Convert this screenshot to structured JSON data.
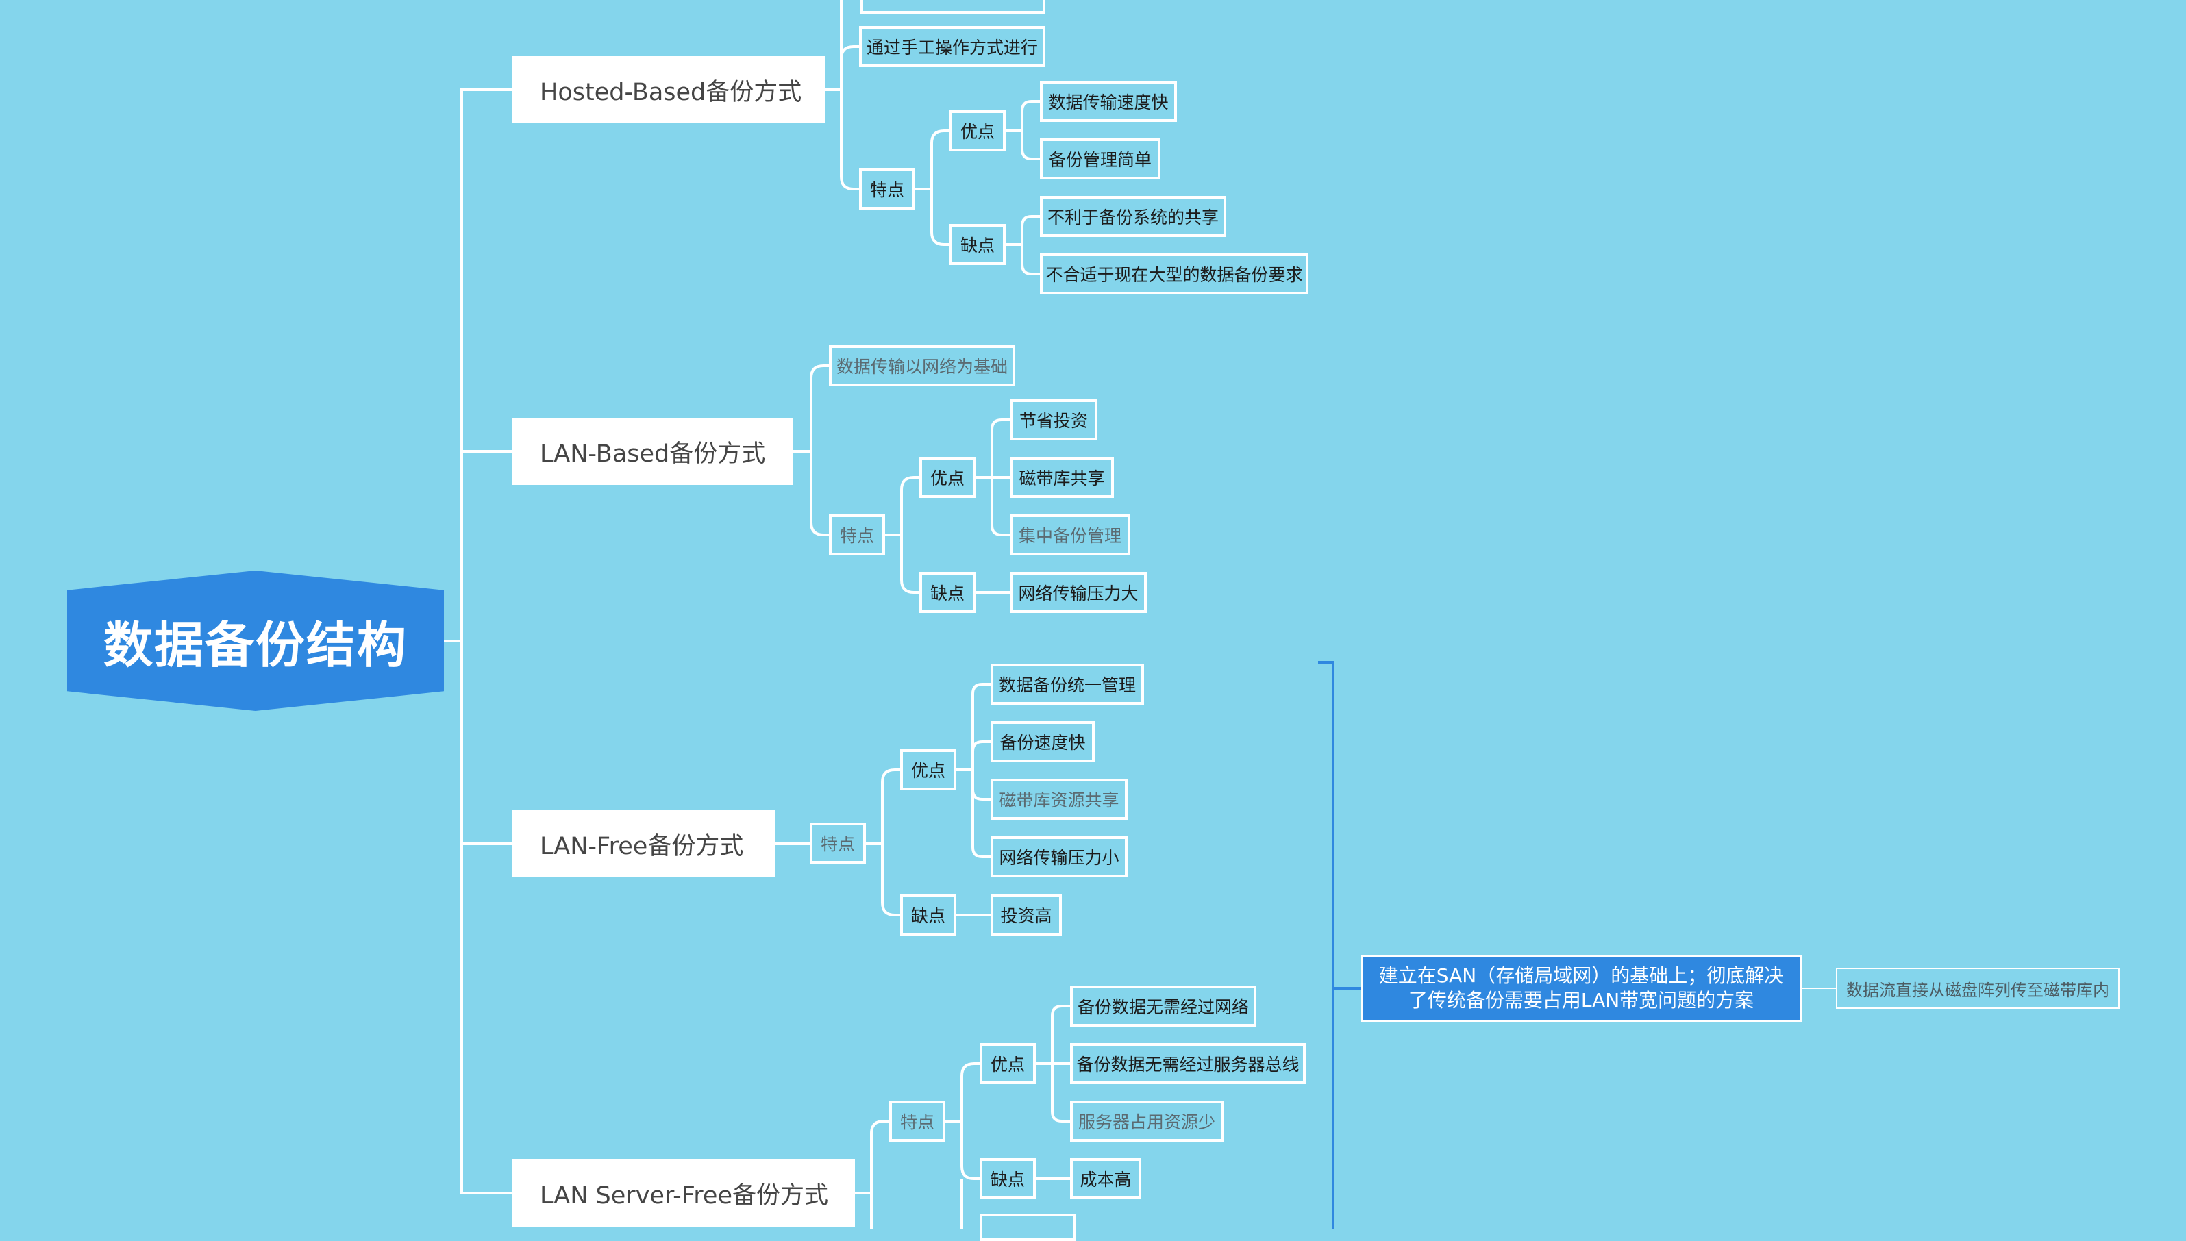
{
  "root": {
    "label": "数据备份结构"
  },
  "branches": {
    "hosted": {
      "label": "Hosted-Based备份方式",
      "manual": "通过手工操作方式进行",
      "feature": "特点",
      "pros_label": "优点",
      "pros": [
        "数据传输速度快",
        "备份管理简单"
      ],
      "cons_label": "缺点",
      "cons": [
        "不利于备份系统的共享",
        "不合适于现在大型的数据备份要求"
      ]
    },
    "lan_based": {
      "label": "LAN-Based备份方式",
      "desc": "数据传输以网络为基础",
      "feature": "特点",
      "pros_label": "优点",
      "pros": [
        "节省投资",
        "磁带库共享",
        "集中备份管理"
      ],
      "cons_label": "缺点",
      "cons": [
        "网络传输压力大"
      ]
    },
    "lan_free": {
      "label": "LAN-Free备份方式",
      "feature": "特点",
      "pros_label": "优点",
      "pros": [
        "数据备份统一管理",
        "备份速度快",
        "磁带库资源共享",
        "网络传输压力小"
      ],
      "cons_label": "缺点",
      "cons": [
        "投资高"
      ],
      "summary_line1": "建立在SAN（存储局域网）的基础上；彻底解决",
      "summary_line2": "了传统备份需要占用LAN带宽问题的方案",
      "note": "数据流直接从磁盘阵列传至磁带库内"
    },
    "server_free": {
      "label": "LAN Server-Free备份方式",
      "feature": "特点",
      "pros_label": "优点",
      "pros": [
        "备份数据无需经过网络",
        "备份数据无需经过服务器总线",
        "服务器占用资源少"
      ],
      "cons_label": "缺点",
      "cons": [
        "成本高"
      ]
    }
  },
  "colors": {
    "background": "#84d5ec",
    "root": "#2f88e0",
    "line": "#ffffff",
    "bracket": "#2f88e0"
  }
}
